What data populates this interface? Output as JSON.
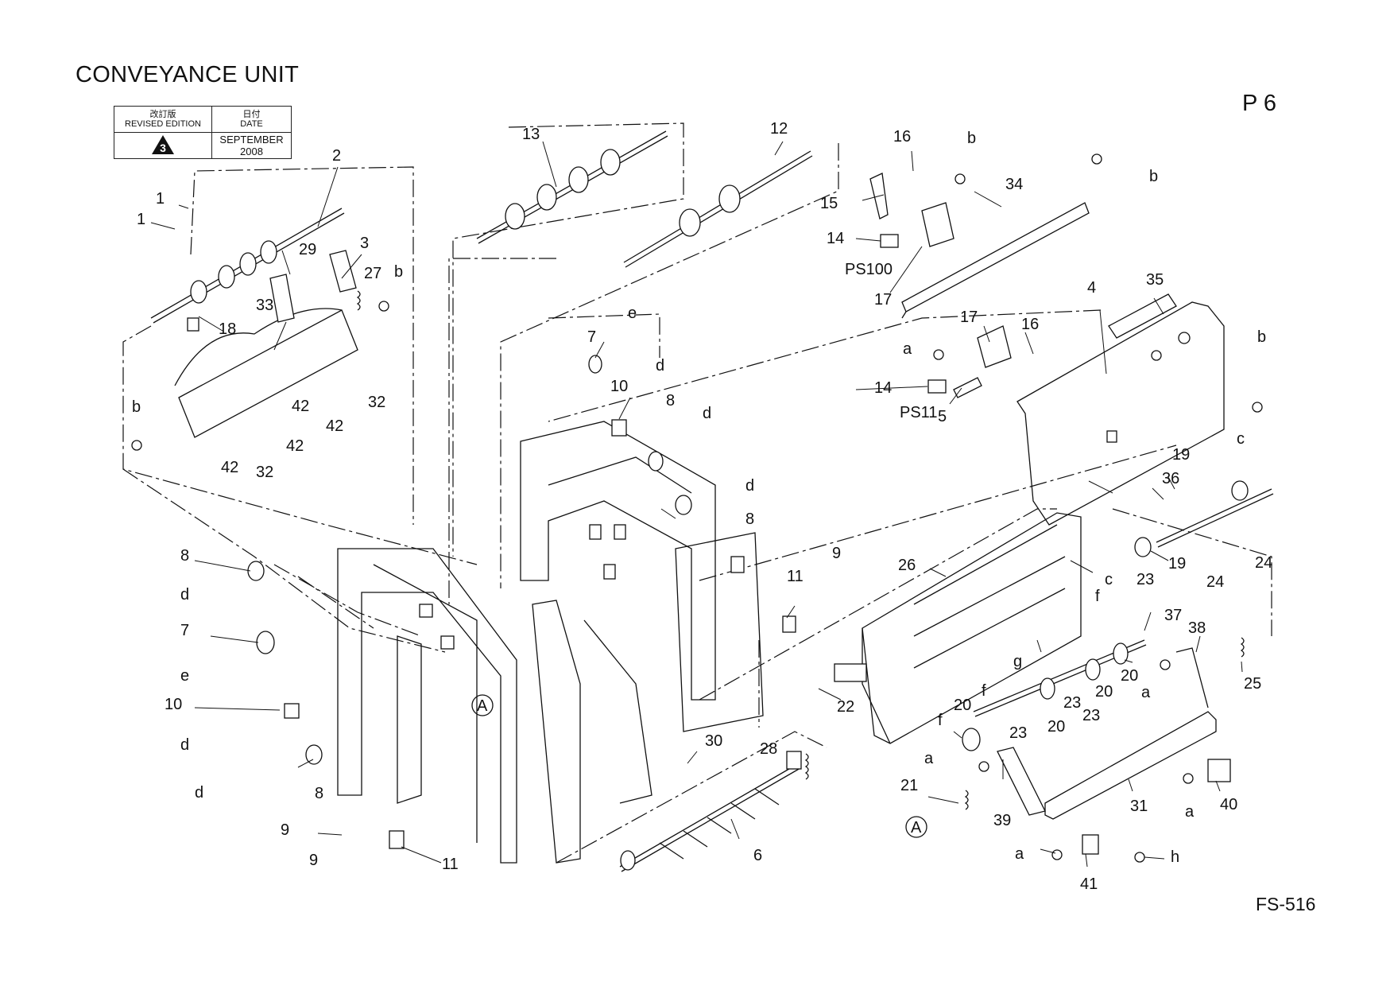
{
  "page": {
    "title": "CONVEYANCE UNIT",
    "page_number": "P 6",
    "model_code": "FS-516"
  },
  "revision_box": {
    "revised_label_jp": "改訂版",
    "revised_label": "REVISED EDITION",
    "date_label_jp": "日付",
    "date_label": "DATE",
    "edition_number": "3",
    "date_line1": "SEPTEMBER",
    "date_line2": "2008"
  },
  "callouts": {
    "c1a": "1",
    "c1b": "1",
    "c2": "2",
    "c3": "3",
    "c4": "4",
    "c5": "5",
    "c6": "6",
    "c7a": "7",
    "c7b": "7",
    "c8a": "8",
    "c8b": "8",
    "c8c": "8",
    "c8d": "8",
    "c9a": "9",
    "c9b": "9",
    "c9c": "9",
    "c10a": "10",
    "c10b": "10",
    "c11a": "11",
    "c11b": "11",
    "c12": "12",
    "c13": "13",
    "c14a": "14",
    "c14b": "14",
    "c15": "15",
    "c16a": "16",
    "c16b": "16",
    "c17a": "17",
    "c17b": "17",
    "c18": "18",
    "c19a": "19",
    "c19b": "19",
    "c20a": "20",
    "c20b": "20",
    "c20c": "20",
    "c20d": "20",
    "c21": "21",
    "c22": "22",
    "c23a": "23",
    "c23b": "23",
    "c23c": "23",
    "c23d": "23",
    "c24a": "24",
    "c24b": "24",
    "c25": "25",
    "c26": "26",
    "c27": "27",
    "c28": "28",
    "c29": "29",
    "c30": "30",
    "c31": "31",
    "c32a": "32",
    "c32b": "32",
    "c33": "33",
    "c34": "34",
    "c35": "35",
    "c36": "36",
    "c37": "37",
    "c38": "38",
    "c39": "39",
    "c40": "40",
    "c41": "41",
    "c42a": "42",
    "c42b": "42",
    "c42c": "42",
    "c42d": "42",
    "ps100": "PS100",
    "ps11": "PS11",
    "ca1": "a",
    "ca2": "a",
    "ca3": "a",
    "ca4": "a",
    "ca5": "a",
    "cb1": "b",
    "cb2": "b",
    "cb3": "b",
    "cb4": "b",
    "cb5": "b",
    "cc1": "c",
    "cc2": "c",
    "cd1": "d",
    "cd2": "d",
    "cd3": "d",
    "cd4": "d",
    "cd5": "d",
    "cd6": "d",
    "ce1": "e",
    "ce2": "e",
    "cf1": "f",
    "cf2": "f",
    "cf3": "f",
    "cg1": "g",
    "ch1": "h",
    "refA1": "A",
    "refA2": "A"
  }
}
